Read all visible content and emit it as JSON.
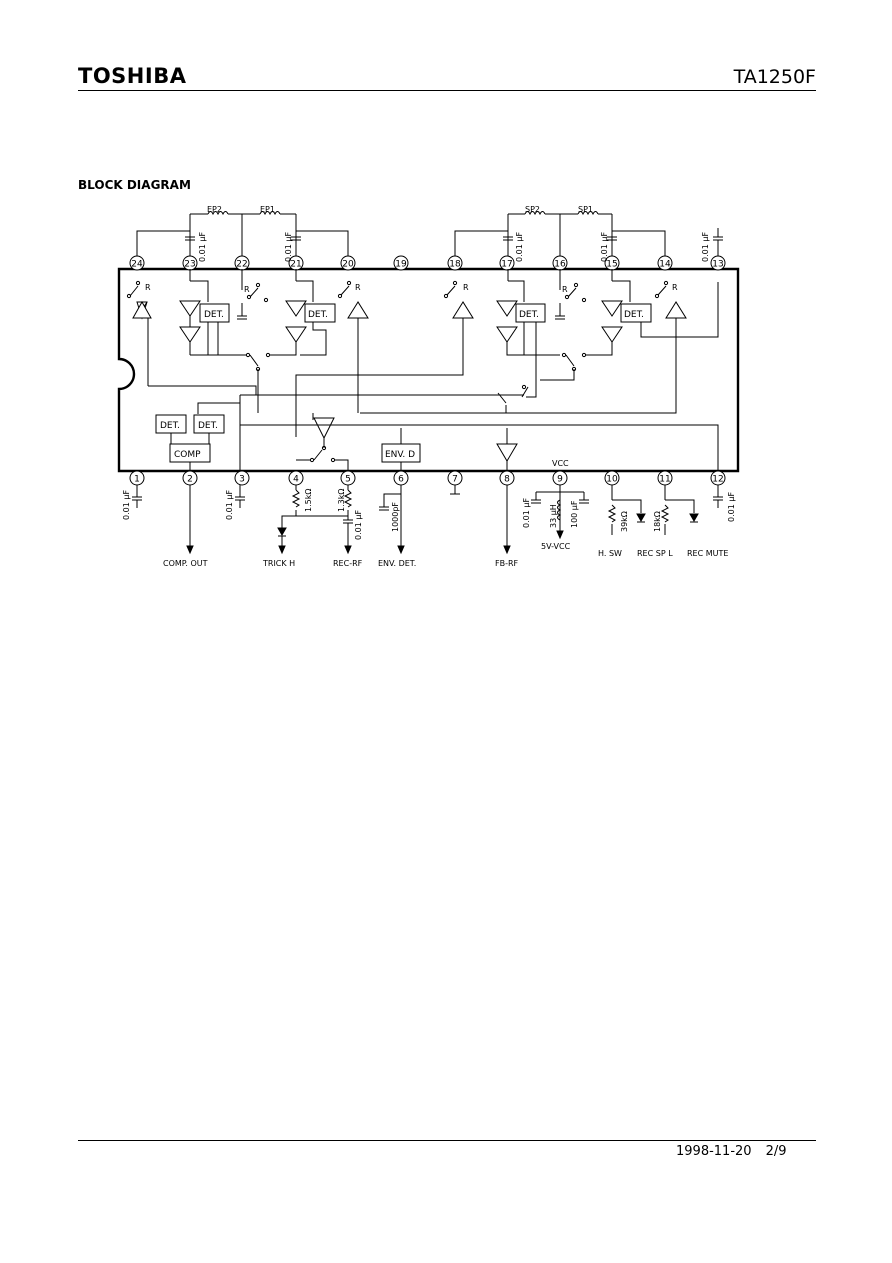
{
  "header": {
    "brand": "TOSHIBA",
    "part_number": "TA1250F"
  },
  "section_title": "BLOCK DIAGRAM",
  "footer": {
    "date": "1998-11-20",
    "page": "2/9"
  },
  "diagram": {
    "top_pins": [
      "24",
      "23",
      "22",
      "21",
      "20",
      "19",
      "18",
      "17",
      "16",
      "15",
      "14",
      "13"
    ],
    "bottom_pins": [
      "1",
      "2",
      "3",
      "4",
      "5",
      "6",
      "7",
      "8",
      "9",
      "10",
      "11",
      "12"
    ],
    "inductors": [
      "EP2",
      "EP1",
      "SP2",
      "SP1"
    ],
    "blocks": [
      "DET.",
      "DET.",
      "DET.",
      "DET.",
      "DET.",
      "DET.",
      "COMP",
      "ENV. D"
    ],
    "switch_letter": "R",
    "cap_labels": {
      "c23": "0.01 μF",
      "c21": "0.01 μF",
      "c17": "0.01 μF",
      "c15": "0.01 μF",
      "c13": "0.01 μF",
      "c1": "0.01 μF",
      "c3": "0.01 μF",
      "c5": "0.01 μF",
      "c9": "0.01 μF",
      "c12": "0.01 μF",
      "c6": "1000pF",
      "c9b": "100 μF"
    },
    "res_labels": {
      "r4": "1.5kΩ",
      "r5": "1.3kΩ",
      "r10": "39kΩ",
      "r11": "18kΩ"
    },
    "inductor_9": "33 μH",
    "vcc": "VCC",
    "bottom_labels": {
      "comp_out": "COMP. OUT",
      "trick_h": "TRICK H",
      "rec_rf": "REC-RF",
      "env_det": "ENV. DET.",
      "fb_rf": "FB-RF",
      "five_vcc": "5V-VCC",
      "h_sw": "H. SW",
      "rec_sp_l": "REC SP L",
      "rec_mute": "REC MUTE"
    }
  }
}
